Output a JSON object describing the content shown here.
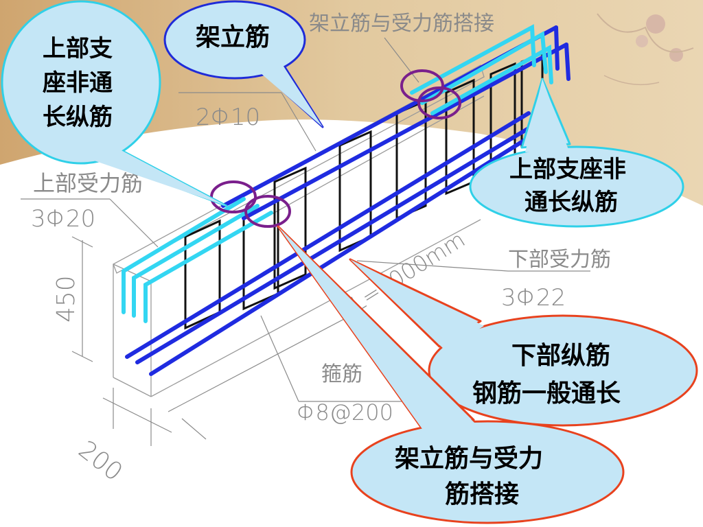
{
  "callouts": {
    "top_left": [
      "上部支",
      "座非通",
      "长纵筋"
    ],
    "erection_bar": "架立筋",
    "top_right": [
      "上部支座非",
      "通长纵筋"
    ],
    "bottom_bars": [
      "下部纵筋",
      "钢筋一般通长"
    ],
    "lap_splice": [
      "架立筋与受力",
      "筋搭接"
    ]
  },
  "drawing_labels": {
    "lap_title": "架立筋与受力筋搭接",
    "erection_spec": "2Φ10",
    "top_bar_title": "上部受力筋",
    "top_bar_spec": "3Φ20",
    "height_dim": "450",
    "length_dim": "L=6000mm",
    "bottom_bar_title": "下部受力筋",
    "bottom_bar_spec": "3Φ22",
    "stirrup_title": "箍筋",
    "stirrup_spec": "Φ8@200",
    "width_dim": "200"
  },
  "colors": {
    "background_top": "#dcc39a",
    "erection_bar": "#1f2be0",
    "support_bar": "#33d6f2",
    "stirrup": "#111111",
    "lap_marker": "#7a1f8c",
    "bubble_fill": "#c4e6f6",
    "bubble_edge_cyan": "#2fd0e8",
    "bubble_edge_blue": "#1f2bd8",
    "bubble_edge_red": "#e8421e"
  }
}
